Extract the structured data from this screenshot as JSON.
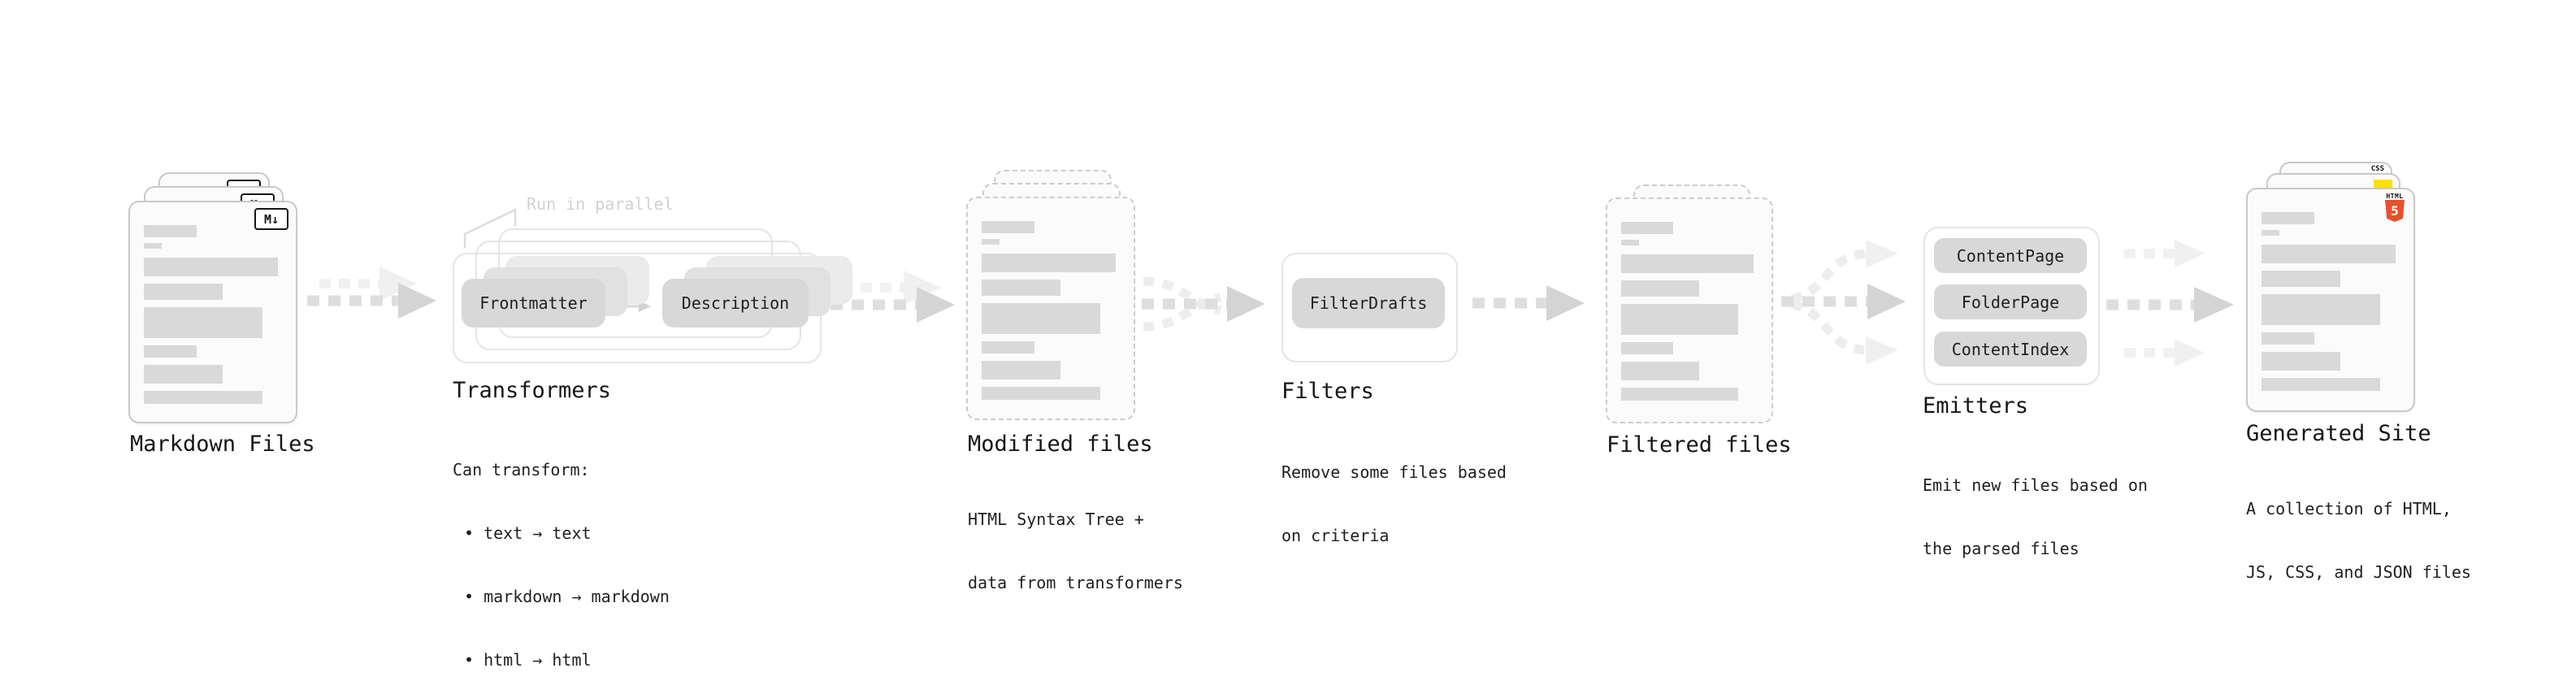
{
  "sections": {
    "markdown_files": {
      "title": "Markdown Files",
      "badge": "M↓"
    },
    "transformers": {
      "title": "Transformers",
      "annotation": "Run in parallel",
      "pills": {
        "left": "Frontmatter",
        "right": "Description"
      },
      "desc_heading": "Can transform:",
      "bullets": [
        "• text → text",
        "• markdown → markdown",
        "• html → html"
      ]
    },
    "modified_files": {
      "title": "Modified files",
      "desc": [
        "HTML Syntax Tree +",
        "data from transformers"
      ]
    },
    "filters": {
      "title": "Filters",
      "pill": "FilterDrafts",
      "desc": [
        "Remove some files based",
        "on criteria"
      ]
    },
    "filtered_files": {
      "title": "Filtered files"
    },
    "emitters": {
      "title": "Emitters",
      "pills": [
        "ContentPage",
        "FolderPage",
        "ContentIndex"
      ],
      "desc": [
        "Emit new files based on",
        "the parsed files"
      ]
    },
    "generated_site": {
      "title": "Generated Site",
      "badges": {
        "css": "CSS",
        "html_word": "HTML",
        "html_number": "5"
      },
      "desc": [
        "A collection of HTML,",
        "JS, CSS, and JSON files"
      ]
    }
  },
  "colors": {
    "html5_orange": "#e8502b",
    "js_yellow": "#ffdf00",
    "css_blue": "#2e62e8",
    "bar_gray": "#d9d9d9",
    "pill_gray": "#d8d8d8",
    "card_border": "#c9c9c9",
    "outline_box_border": "#e4e4e4",
    "arrow_dark": "#d4d4d4",
    "arrow_light": "#f0f0f0",
    "annotation_gray": "#d2d2d2",
    "text": "#1c1c1c"
  }
}
